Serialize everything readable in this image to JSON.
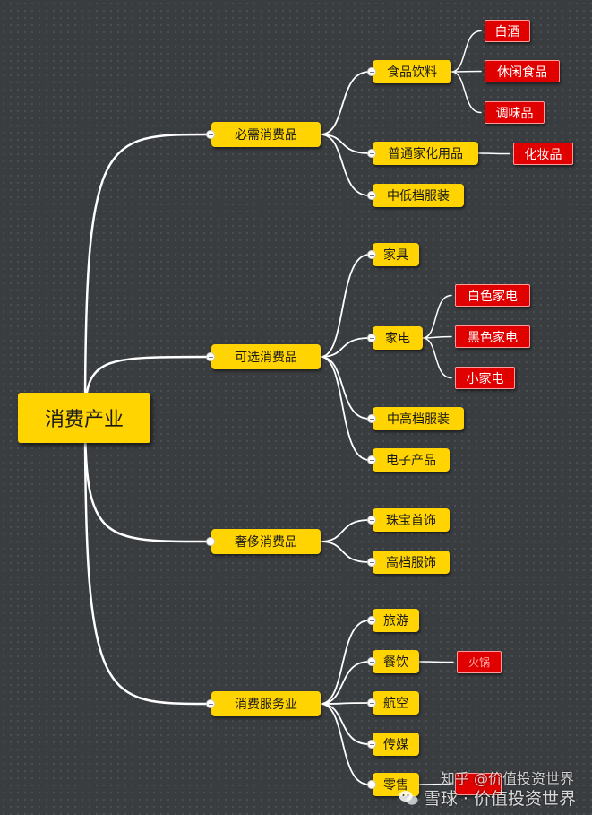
{
  "root": "消费产业",
  "branches": [
    {
      "label": "必需消费品",
      "children": [
        {
          "label": "食品饮料",
          "children": [
            "白酒",
            "休闲食品",
            "调味品"
          ]
        },
        {
          "label": "普通家化用品",
          "children": [
            "化妆品"
          ]
        },
        {
          "label": "中低档服装",
          "children": []
        }
      ]
    },
    {
      "label": "可选消费品",
      "children": [
        {
          "label": "家具",
          "children": []
        },
        {
          "label": "家电",
          "children": [
            "白色家电",
            "黑色家电",
            "小家电"
          ]
        },
        {
          "label": "中高档服装",
          "children": []
        },
        {
          "label": "电子产品",
          "children": []
        }
      ]
    },
    {
      "label": "奢侈消费品",
      "children": [
        {
          "label": "珠宝首饰",
          "children": []
        },
        {
          "label": "高档服饰",
          "children": []
        }
      ]
    },
    {
      "label": "消费服务业",
      "children": [
        {
          "label": "旅游",
          "children": []
        },
        {
          "label": "餐饮",
          "children": [
            "火锅"
          ]
        },
        {
          "label": "航空",
          "children": []
        },
        {
          "label": "传媒",
          "children": []
        },
        {
          "label": "零售",
          "children": [
            ""
          ]
        }
      ]
    }
  ],
  "watermark": {
    "line1": "知乎 @价值投资世界",
    "line2": "雪球 · 价值投资世界"
  },
  "colors": {
    "background": "#3a3d40",
    "node_fill": "#ffd400",
    "leaf_fill": "#e10000",
    "connector": "#ffffff"
  },
  "icons": [
    "wechat-icon"
  ]
}
